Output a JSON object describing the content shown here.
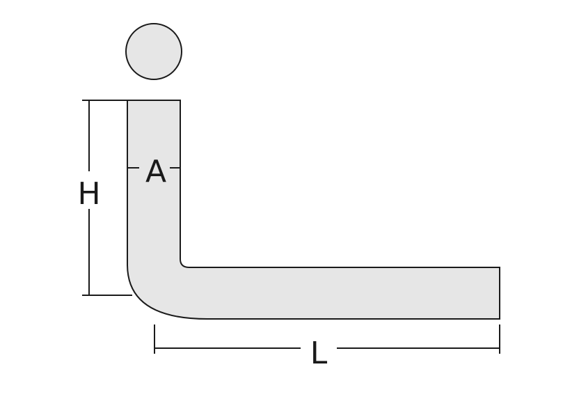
{
  "diagram": {
    "labels": {
      "height": "H",
      "width": "A",
      "length": "L"
    },
    "colors": {
      "shape_fill": "#e6e6e6",
      "outline": "#1a1a1a"
    }
  }
}
